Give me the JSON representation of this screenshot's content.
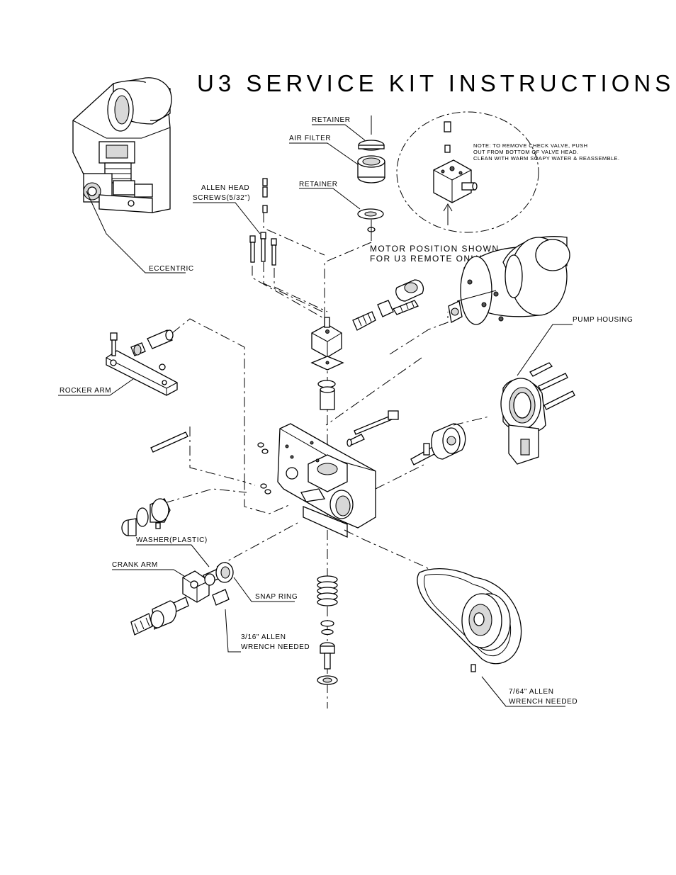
{
  "title": "U3 SERVICE KIT INSTRUCTIONS",
  "labels": {
    "retainer_top": "RETAINER",
    "air_filter": "AIR FILTER",
    "retainer_bottom": "RETAINER",
    "allen_head_1": "ALLEN HEAD",
    "allen_head_2": "SCREWS(5/32\")",
    "eccentric": "ECCENTRIC",
    "motor_1": "MOTOR POSITION SHOWN",
    "motor_2": "FOR U3 REMOTE ONLY",
    "pump_housing": "PUMP HOUSING",
    "rocker_arm": "ROCKER ARM",
    "washer": "WASHER(PLASTIC)",
    "crank_arm": "CRANK ARM",
    "snap_ring": "SNAP RING",
    "allen_316_1": "3/16\" ALLEN",
    "allen_316_2": "WRENCH NEEDED",
    "allen_764_1": "7/64\" ALLEN",
    "allen_764_2": "WRENCH NEEDED"
  },
  "note": {
    "line1": "NOTE: TO REMOVE CHECK VALVE, PUSH",
    "line2": "OUT FROM BOTTOM OF VALVE HEAD.",
    "line3": "CLEAN WITH WARM SOAPY WATER & REASSEMBLE."
  }
}
